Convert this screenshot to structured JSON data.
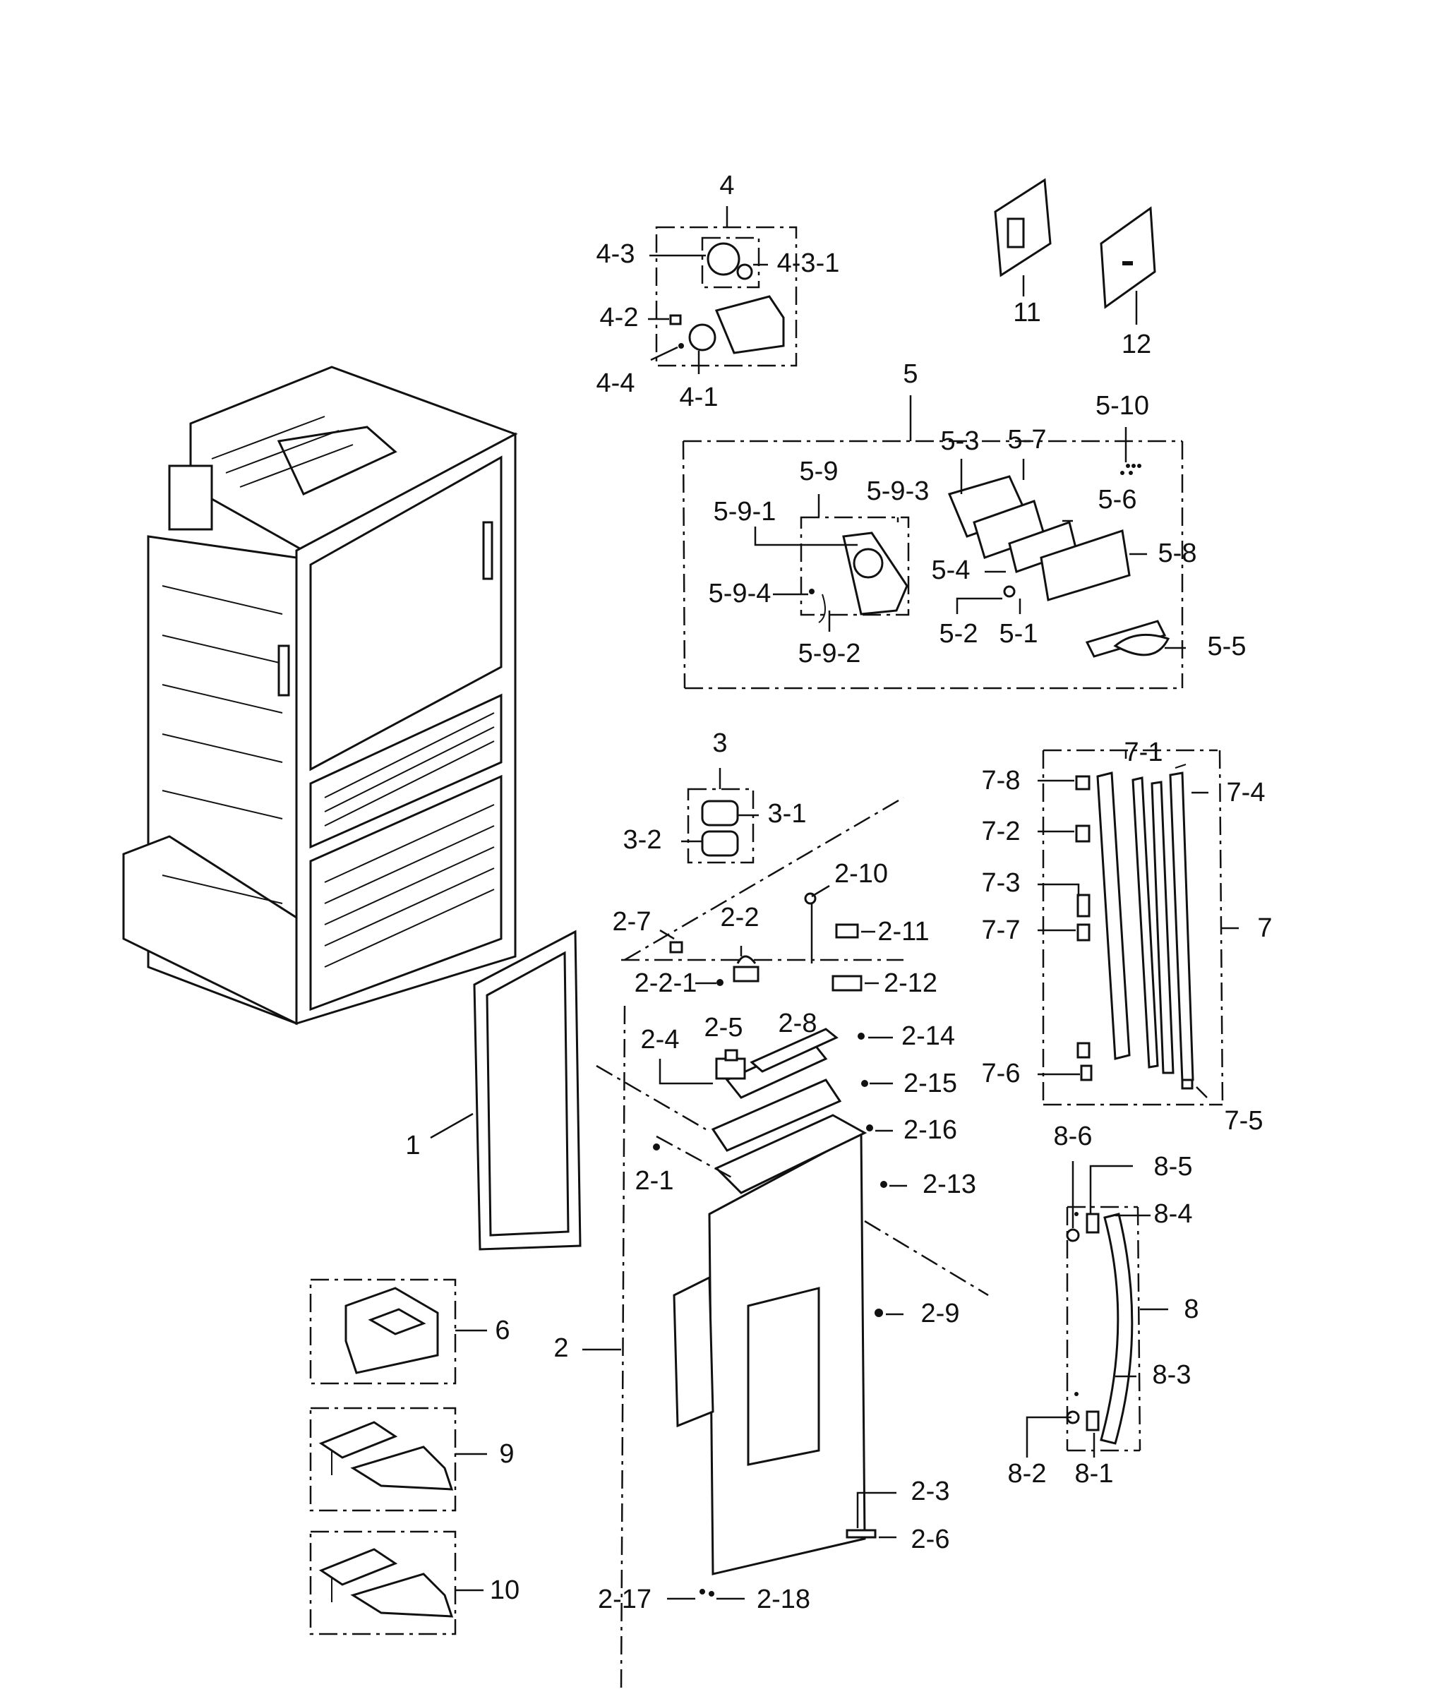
{
  "labels": {
    "l1": "1",
    "l2": "2",
    "l2_1": "2-1",
    "l2_2": "2-2",
    "l2_2_1": "2-2-1",
    "l2_3": "2-3",
    "l2_4": "2-4",
    "l2_5": "2-5",
    "l2_6": "2-6",
    "l2_7": "2-7",
    "l2_8": "2-8",
    "l2_9": "2-9",
    "l2_10": "2-10",
    "l2_11": "2-11",
    "l2_12": "2-12",
    "l2_13": "2-13",
    "l2_14": "2-14",
    "l2_15": "2-15",
    "l2_16": "2-16",
    "l2_17": "2-17",
    "l2_18": "2-18",
    "l3": "3",
    "l3_1": "3-1",
    "l3_2": "3-2",
    "l4": "4",
    "l4_1": "4-1",
    "l4_2": "4-2",
    "l4_3": "4-3",
    "l4_3_1": "4-3-1",
    "l4_4": "4-4",
    "l5": "5",
    "l5_1": "5-1",
    "l5_2": "5-2",
    "l5_3": "5-3",
    "l5_4": "5-4",
    "l5_5": "5-5",
    "l5_6": "5-6",
    "l5_7": "5-7",
    "l5_8": "5-8",
    "l5_9": "5-9",
    "l5_9_1": "5-9-1",
    "l5_9_2": "5-9-2",
    "l5_9_3": "5-9-3",
    "l5_9_4": "5-9-4",
    "l5_10": "5-10",
    "l6": "6",
    "l7": "7",
    "l7_1": "7-1",
    "l7_2": "7-2",
    "l7_3": "7-3",
    "l7_4": "7-4",
    "l7_5": "7-5",
    "l7_6": "7-6",
    "l7_7": "7-7",
    "l7_8": "7-8",
    "l8": "8",
    "l8_1": "8-1",
    "l8_2": "8-2",
    "l8_3": "8-3",
    "l8_4": "8-4",
    "l8_5": "8-5",
    "l8_6": "8-6",
    "l9": "9",
    "l10": "10",
    "l11": "11",
    "l12": "12"
  }
}
